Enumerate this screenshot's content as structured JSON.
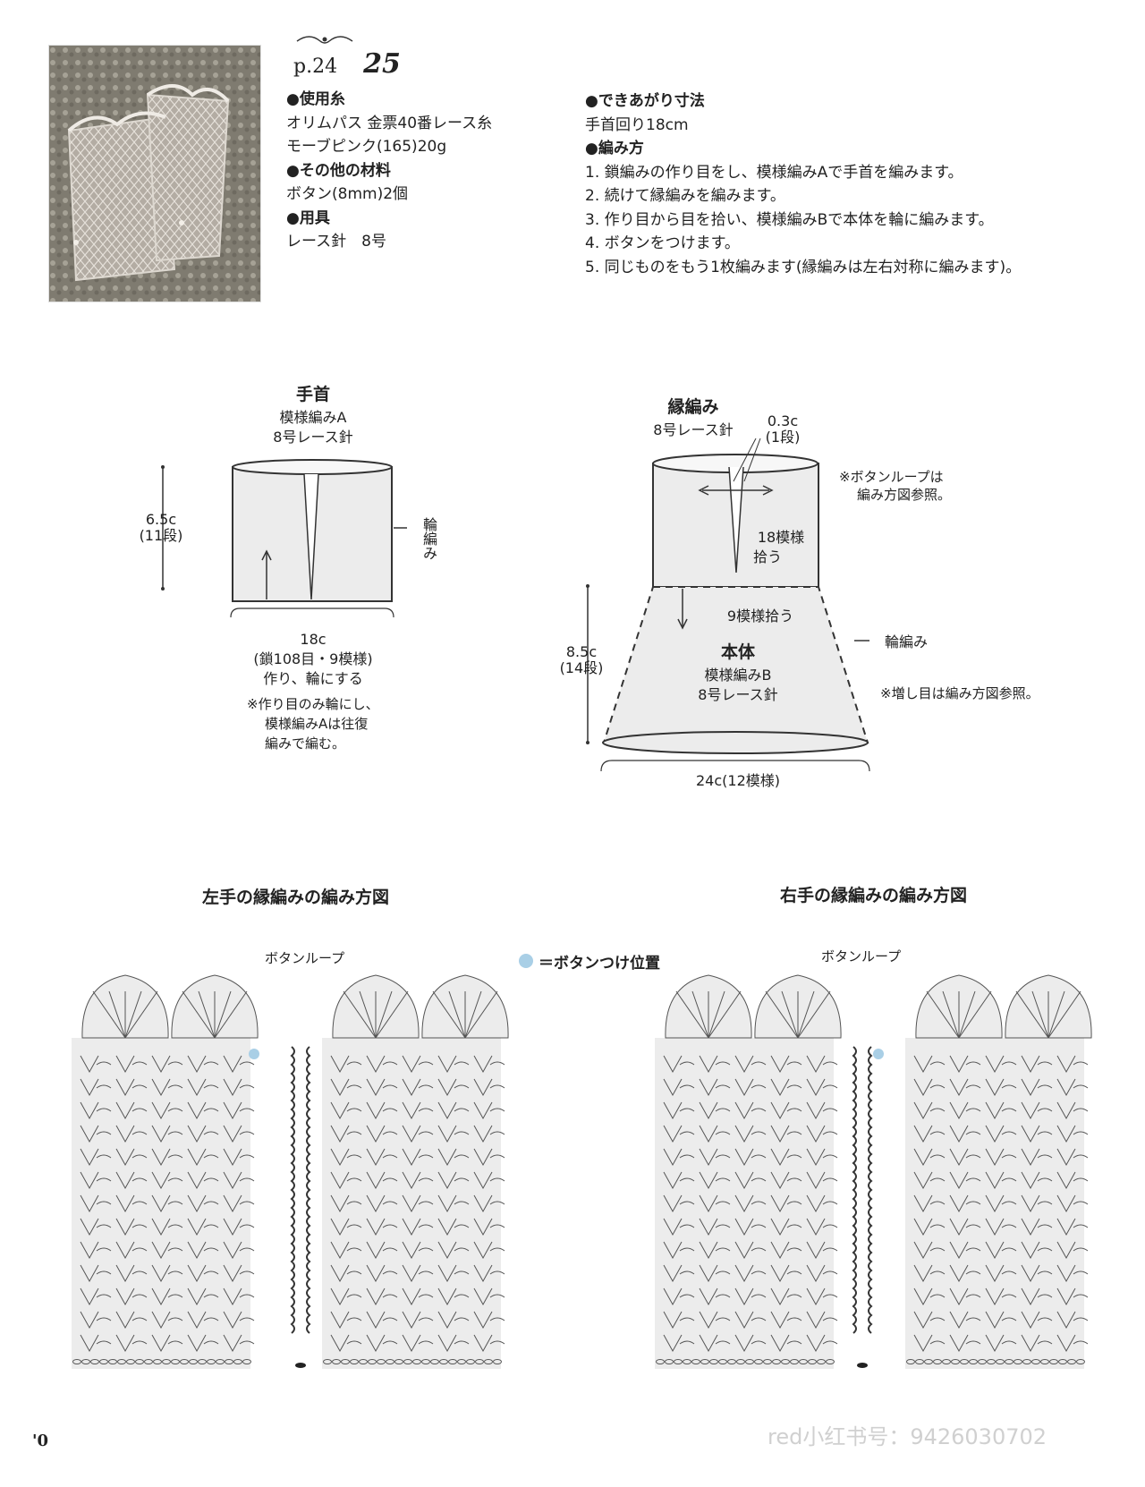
{
  "header": {
    "page_ref": "p.24",
    "pattern_number": "25"
  },
  "materials": {
    "yarn_heading": "●使用糸",
    "yarn_line1": "オリムパス 金票40番レース糸",
    "yarn_line2": "モーブピンク(165)20g",
    "other_heading": "●その他の材料",
    "other_line": "ボタン(8mm)2個",
    "tools_heading": "●用具",
    "tools_line": "レース針　8号"
  },
  "finished": {
    "heading": "●できあがり寸法",
    "value": "手首回り18cm"
  },
  "method": {
    "heading": "●編み方",
    "steps": [
      "1. 鎖編みの作り目をし、模様編みAで手首を編みます。",
      "2. 続けて縁編みを編みます。",
      "3. 作り目から目を拾い、模様編みBで本体を輪に編みます。",
      "4. ボタンをつけます。",
      "5. 同じものをもう1枚編みます(縁編みは左右対称に編みます)。"
    ]
  },
  "diagram1": {
    "title": "手首",
    "sub1": "模様編みA",
    "sub2": "8号レース針",
    "height": "6.5c",
    "height_rows": "(11段)",
    "side": "輪編み",
    "width": "18c",
    "width_note1": "(鎖108目・9模様)",
    "width_note2": "作り、輪にする",
    "note1": "※作り目のみ輪にし、",
    "note2": "模様編みAは往復",
    "note3": "編みで編む。"
  },
  "diagram2": {
    "edge_title": "縁編み",
    "edge_sub": "8号レース針",
    "edge_h": "0.3c",
    "edge_rows": "(1段)",
    "btn_note1": "※ボタンループは",
    "btn_note2": "編み方図参照。",
    "pick18a": "18模様",
    "pick18b": "拾う",
    "pick9": "9模様拾う",
    "body_title": "本体",
    "body_sub1": "模様編みB",
    "body_sub2": "8号レース針",
    "side": "輪編み",
    "height": "8.5c",
    "height_rows": "(14段)",
    "inc_note": "※増し目は編み方図参照。",
    "width": "24c(12模様)"
  },
  "charts": {
    "left_title": "左手の縁編みの編み方図",
    "right_title": "右手の縁編みの編み方図",
    "loop_label": "ボタンループ",
    "legend": "＝ボタンつけ位置",
    "legend_color": "#a9cfe6"
  },
  "footer": {
    "page_number": "'0",
    "watermark": "red小红书号：9426030702"
  }
}
